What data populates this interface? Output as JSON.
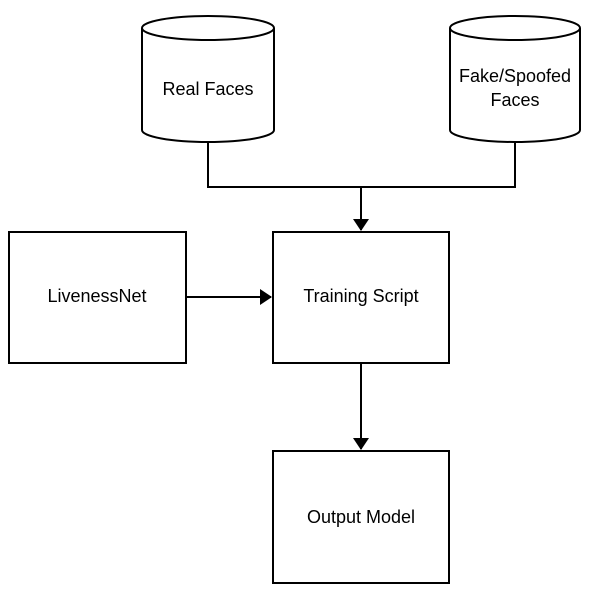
{
  "nodes": {
    "real_faces": {
      "label": "Real Faces"
    },
    "fake_faces": {
      "line1": "Fake/Spoofed",
      "line2": "Faces"
    },
    "livenessnet": {
      "label": "LivenessNet"
    },
    "training_script": {
      "label": "Training Script"
    },
    "output_model": {
      "label": "Output Model"
    }
  },
  "colors": {
    "stroke": "#000000",
    "fill": "#ffffff"
  }
}
